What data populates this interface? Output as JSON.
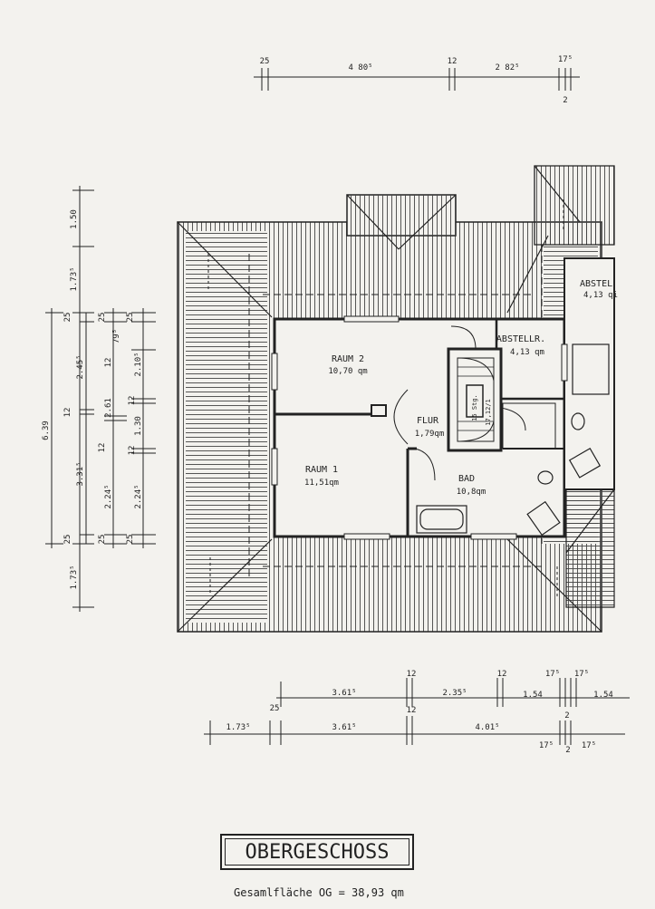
{
  "rooms": {
    "raum2": {
      "name": "RAUM 2",
      "area": "10,70 qm"
    },
    "raum1": {
      "name": "RAUM 1",
      "area": "11,51qm"
    },
    "flur": {
      "name": "FLUR",
      "area": "1,79qm"
    },
    "bad": {
      "name": "BAD",
      "area": "10,8qm"
    },
    "abstellr": {
      "name": "ABSTELLR.",
      "area": "4,13 qm"
    },
    "abstel": {
      "name": "ABSTEL",
      "area": "4,13 qi"
    }
  },
  "stair_labels": [
    "15 Stg.",
    "17,12/1"
  ],
  "dimensions": {
    "top": [
      "25",
      "4 80⁵",
      "12",
      "2 82⁵",
      "17⁵",
      "2"
    ],
    "left_outer": [
      "1.50",
      "1.73⁵",
      "6.39",
      "1.73⁵"
    ],
    "left_middle": [
      "25",
      "2.45⁵",
      "12",
      "3.31⁵",
      "25"
    ],
    "left_inner": [
      "25",
      "12",
      "2.61",
      "12",
      "2.24⁵",
      "25"
    ],
    "left_innermost": [
      "25",
      "79⁵",
      "2.10⁵",
      "12",
      "1.30",
      "12",
      "2.24⁵",
      "25"
    ],
    "bottom_row1": [
      "12",
      "12",
      "17⁵",
      "17⁵",
      "3.61⁵",
      "2.35⁵",
      "1.54",
      "1.54"
    ],
    "bottom_row2": [
      "25",
      "12",
      "2",
      "1.73⁵",
      "3.61⁵",
      "4.01⁵",
      "17⁵",
      "2",
      "17⁵"
    ]
  },
  "title": "OBERGESCHOSS",
  "total_area": "Gesamlfläche OG = 38,93 qm"
}
